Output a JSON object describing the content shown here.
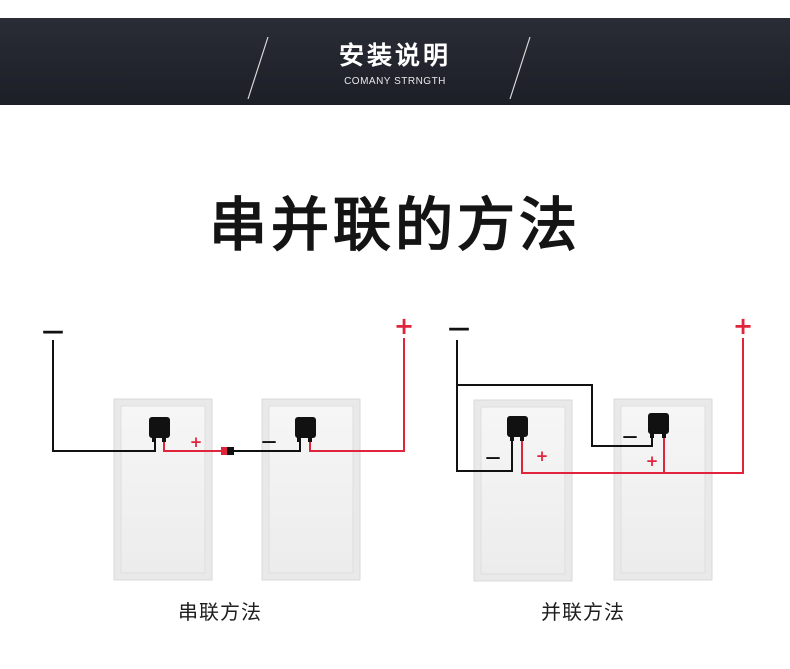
{
  "header": {
    "title": "安装说明",
    "subtitle": "COMANY STRNGTH"
  },
  "main_title": "串并联的方法",
  "series_diagram": {
    "caption": "串联方法",
    "neg_terminal": "—",
    "pos_terminal": "+",
    "panel1_pos": "+",
    "panel2_neg": "—"
  },
  "parallel_diagram": {
    "caption": "并联方法",
    "neg_terminal": "—",
    "pos_terminal": "+",
    "panel1_neg": "—",
    "panel1_pos": "+",
    "panel2_neg": "—",
    "panel2_pos": "+"
  },
  "colors": {
    "banner": "#22242d",
    "positive_wire": "#e0243c",
    "negative_wire": "#111111"
  }
}
